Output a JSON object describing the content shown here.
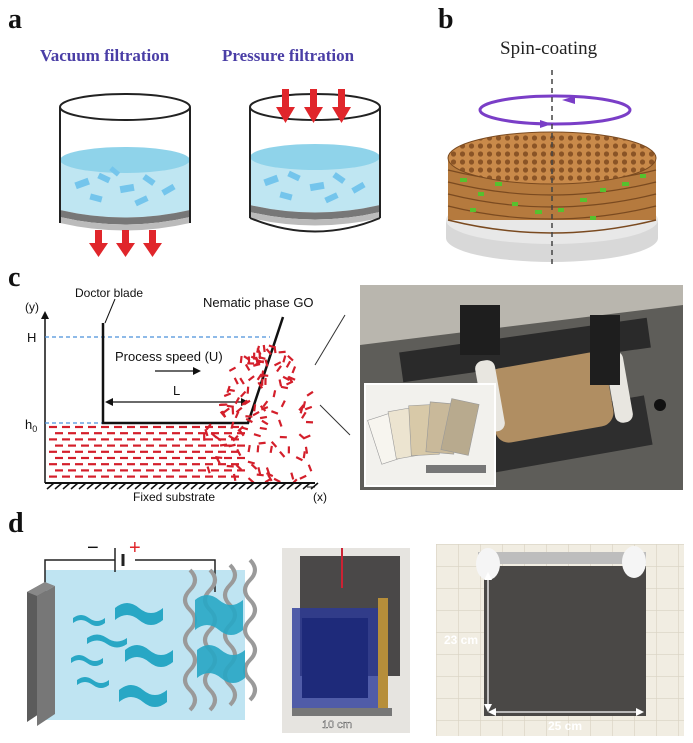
{
  "panels": {
    "a": {
      "label": "a",
      "vacuum_caption": "Vacuum filtration",
      "pressure_caption": "Pressure filtration"
    },
    "b": {
      "label": "b",
      "caption": "Spin-coating"
    },
    "c": {
      "label": "c",
      "doctor_blade": "Doctor blade",
      "nematic": "Nematic phase GO",
      "y_axis": "(y)",
      "x_axis": "(x)",
      "H": "H",
      "h0": "h",
      "h0_sub": "0",
      "process_speed": "Process speed (U)",
      "L": "L",
      "substrate": "Fixed substrate"
    },
    "d": {
      "label": "d",
      "minus": "−",
      "plus": "+",
      "photo_scale": "10 cm",
      "height_dim": "23 cm",
      "width_dim": "25 cm"
    }
  },
  "colors": {
    "caption_purple": "#4a3ea6",
    "arrow_red": "#e0262b",
    "liquid_blue": "#bfe6f2",
    "flake_blue": "#74c5ec",
    "dashed_blue": "#4a90d9",
    "ribbon_teal": "#28a7c5"
  }
}
